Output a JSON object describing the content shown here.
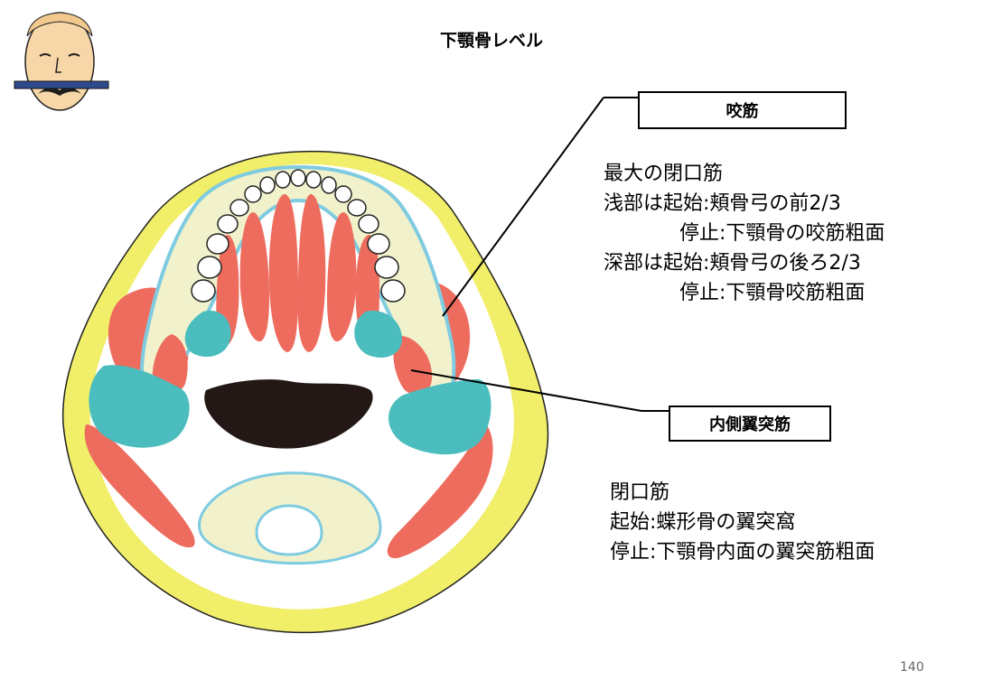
{
  "title": "下顎骨レベル",
  "labels": {
    "masseter": "咬筋",
    "medial_pterygoid": "内側翼突筋"
  },
  "masseter_description": {
    "line1": "最大の閉口筋",
    "line2": "浅部は起始:頬骨弓の前2/3",
    "line3": "停止:下顎骨の咬筋粗面",
    "line4": "深部は起始:頬骨弓の後ろ2/3",
    "line5": "停止:下顎骨咬筋粗面"
  },
  "medial_pterygoid_description": {
    "line1": "閉口筋",
    "line2": "起始:蝶形骨の翼突窩",
    "line3": "停止:下顎骨内面の翼突筋粗面"
  },
  "page_number": "140",
  "colors": {
    "skin": "#f1ee6a",
    "muscle": "#ee6c5e",
    "teal_muscle": "#4bbdbe",
    "bone_fill": "#f1f2cc",
    "bone_outline": "#7fcbe0",
    "airway": "#231815"
  }
}
